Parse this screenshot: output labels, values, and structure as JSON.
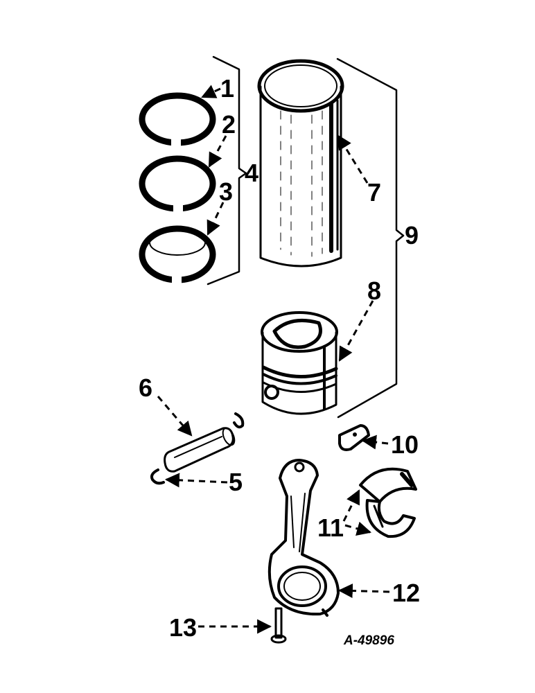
{
  "callouts": {
    "c1": "1",
    "c2": "2",
    "c3": "3",
    "c4": "4",
    "c5": "5",
    "c6": "6",
    "c7": "7",
    "c8": "8",
    "c9": "9",
    "c10": "10",
    "c11": "11",
    "c12": "12",
    "c13": "13"
  },
  "figure_ref": "A-49896"
}
